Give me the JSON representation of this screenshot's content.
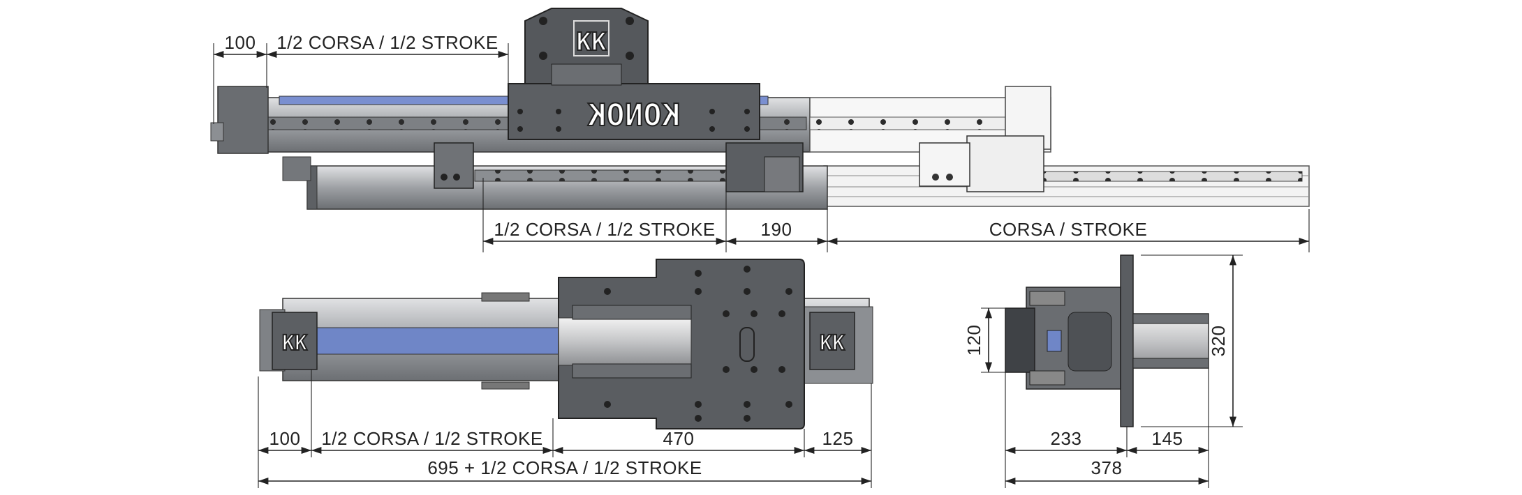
{
  "brand": {
    "logo_text": "KONOK",
    "badge_text": "KK"
  },
  "top_view_dimensions": {
    "d100": "100",
    "half_stroke_top": "1/2 CORSA / 1/2 STROKE",
    "half_stroke_bottom": "1/2 CORSA / 1/2 STROKE",
    "d190": "190",
    "stroke": "CORSA / STROKE"
  },
  "front_view_dimensions": {
    "d100": "100",
    "half_stroke": "1/2 CORSA / 1/2 STROKE",
    "d470": "470",
    "d125": "125",
    "total": "695 + 1/2 CORSA / 1/2 STROKE"
  },
  "side_view_dimensions": {
    "d120": "120",
    "d320": "320",
    "d233": "233",
    "d145": "145",
    "d378": "378"
  },
  "colors": {
    "steel_dark": "#55575a",
    "steel_mid": "#8c8f93",
    "steel_light": "#c9cbce",
    "belt_blue": "#6f86c7",
    "line": "#222222"
  }
}
